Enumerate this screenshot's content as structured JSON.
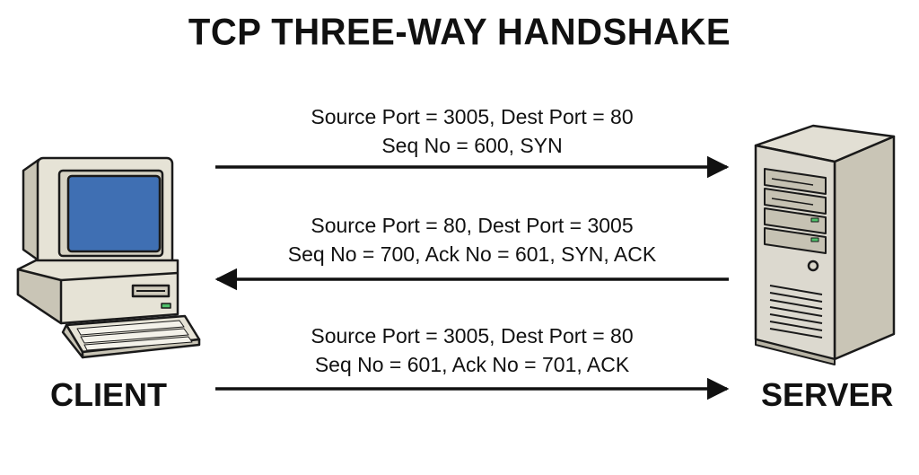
{
  "title": "TCP THREE-WAY HANDSHAKE",
  "client": {
    "label": "CLIENT",
    "icon": "desktop-computer-icon"
  },
  "server": {
    "label": "SERVER",
    "icon": "tower-server-icon"
  },
  "messages": [
    {
      "line1": "Source Port = 3005, Dest Port = 80",
      "line2": "Seq No = 600, SYN",
      "direction": "client-to-server"
    },
    {
      "line1": "Source Port = 80, Dest Port = 3005",
      "line2": "Seq No = 700, Ack No = 601, SYN, ACK",
      "direction": "server-to-client"
    },
    {
      "line1": "Source Port = 3005, Dest Port = 80",
      "line2": "Seq No = 601, Ack No = 701, ACK",
      "direction": "client-to-server"
    }
  ],
  "colors": {
    "screen": "#3f6fb3",
    "beige": "#e6e3d6",
    "beige_dark": "#c9c5b6",
    "server_body": "#dcd9cf",
    "led": "#4fc06a",
    "outline": "#1a1a1a"
  }
}
